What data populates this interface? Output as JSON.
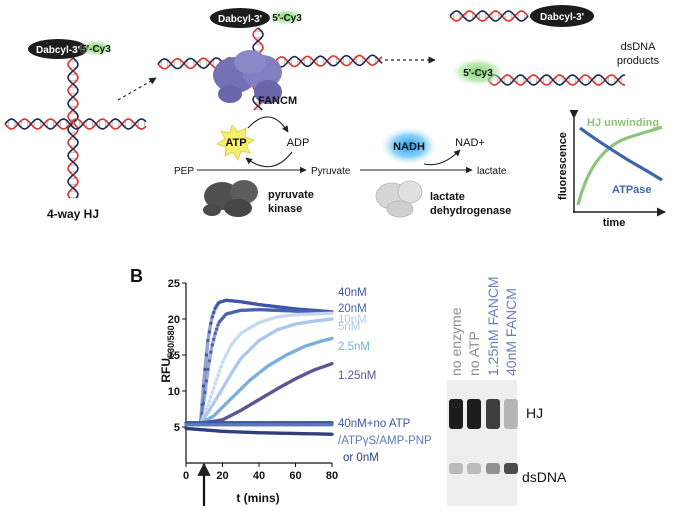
{
  "panel_a": {
    "hj_dabcyl": "Dabcyl-3'",
    "hj_cy3": "5'-Cy3",
    "hj_label": "4-way HJ",
    "complex_dabcyl": "Dabcyl-3'",
    "complex_cy3": "5'-Cy3",
    "fancm_label": "FANCM",
    "product_dabcyl": "Dabcyl-3'",
    "product_cy3": "5'-Cy3",
    "products_line1": "dsDNA",
    "products_line2": "products",
    "atp": "ATP",
    "adp": "ADP",
    "nadh": "NADH",
    "nad": "NAD+",
    "pep": "PEP",
    "pyruvate": "Pyruvate",
    "lactate": "lactate",
    "pk_line1": "pyruvate",
    "pk_line2": "kinase",
    "ldh_line1": "lactate",
    "ldh_line2": "dehydrogenase",
    "inset_hj": "HJ unwinding",
    "inset_atpase": "ATPase",
    "inset_ylabel": "fluorescence",
    "inset_xlabel": "time",
    "colors": {
      "hj_green": "#8dc47b",
      "atpase_blue": "#3d66aa",
      "fancm_purple": "#7470b4"
    }
  },
  "panel_b": {
    "label": "B",
    "gel": {
      "lanes": [
        "no enzyme",
        "no ATP",
        "1.25nM FANCM",
        "40nM FANCM"
      ],
      "band_hj": "HJ",
      "band_dsdna": "dsDNA"
    }
  },
  "chart_data": {
    "type": "scatter",
    "xlabel": "t (mins)",
    "ylabel_main": "RFU",
    "ylabel_sub": "530/580",
    "xlim": [
      0,
      80
    ],
    "ylim": [
      0,
      25
    ],
    "xticks": [
      "0",
      "20",
      "40",
      "60",
      "80"
    ],
    "yticks": [
      "5",
      "10",
      "15",
      "20",
      "25"
    ],
    "series": [
      {
        "name": "40nM",
        "color": "#3f55a6",
        "points": [
          [
            8,
            5.5
          ],
          [
            10,
            12
          ],
          [
            12,
            17
          ],
          [
            14,
            20
          ],
          [
            16,
            21.5
          ],
          [
            18,
            22.3
          ],
          [
            22,
            22.6
          ],
          [
            30,
            22.4
          ],
          [
            40,
            22.0
          ],
          [
            50,
            21.7
          ],
          [
            60,
            21.4
          ],
          [
            70,
            21.2
          ],
          [
            80,
            21.0
          ]
        ]
      },
      {
        "name": "20nM",
        "color": "#4a62ad",
        "points": [
          [
            8,
            5.5
          ],
          [
            10,
            9
          ],
          [
            12,
            13
          ],
          [
            14,
            16
          ],
          [
            16,
            18
          ],
          [
            18,
            19.5
          ],
          [
            22,
            20.7
          ],
          [
            30,
            21.2
          ],
          [
            40,
            21.3
          ],
          [
            50,
            21.2
          ],
          [
            60,
            21.1
          ],
          [
            70,
            21.0
          ],
          [
            80,
            20.9
          ]
        ]
      },
      {
        "name": "10nM",
        "color": "#c8d9ef",
        "points": [
          [
            8,
            5.5
          ],
          [
            12,
            8
          ],
          [
            16,
            11
          ],
          [
            20,
            14
          ],
          [
            25,
            16.5
          ],
          [
            30,
            18
          ],
          [
            40,
            19.5
          ],
          [
            50,
            20.3
          ],
          [
            60,
            20.6
          ],
          [
            70,
            20.7
          ],
          [
            80,
            20.8
          ]
        ]
      },
      {
        "name": "5nM",
        "color": "#a9c8ea",
        "points": [
          [
            8,
            5.5
          ],
          [
            12,
            7
          ],
          [
            18,
            9.5
          ],
          [
            25,
            12.5
          ],
          [
            30,
            14.5
          ],
          [
            40,
            17
          ],
          [
            50,
            18.5
          ],
          [
            60,
            19.3
          ],
          [
            70,
            19.7
          ],
          [
            80,
            20.0
          ]
        ]
      },
      {
        "name": "2.5nM",
        "color": "#7aaedc",
        "points": [
          [
            8,
            5.5
          ],
          [
            15,
            6.5
          ],
          [
            25,
            9
          ],
          [
            35,
            11.5
          ],
          [
            45,
            13.5
          ],
          [
            55,
            15
          ],
          [
            65,
            16.2
          ],
          [
            75,
            17
          ],
          [
            80,
            17.3
          ]
        ]
      },
      {
        "name": "1.25nM",
        "color": "#5a5696",
        "points": [
          [
            8,
            5.5
          ],
          [
            20,
            6
          ],
          [
            30,
            7.3
          ],
          [
            40,
            8.8
          ],
          [
            50,
            10.3
          ],
          [
            60,
            11.7
          ],
          [
            70,
            12.9
          ],
          [
            80,
            13.8
          ]
        ]
      },
      {
        "name": "40nM+no ATP",
        "color": "#3f55a6",
        "points": [
          [
            0,
            5.6
          ],
          [
            20,
            5.6
          ],
          [
            40,
            5.6
          ],
          [
            60,
            5.6
          ],
          [
            80,
            5.6
          ]
        ]
      },
      {
        "name": "/ATPγS/AMP-PNP",
        "color": "#5b79bb",
        "points": [
          [
            0,
            5.3
          ],
          [
            20,
            5.3
          ],
          [
            40,
            5.3
          ],
          [
            60,
            5.3
          ],
          [
            80,
            5.3
          ]
        ]
      },
      {
        "name": "or 0nM",
        "color": "#2f3f7e",
        "points": [
          [
            0,
            4.8
          ],
          [
            20,
            4.4
          ],
          [
            40,
            4.2
          ],
          [
            60,
            4.1
          ],
          [
            80,
            4.0
          ]
        ]
      }
    ],
    "legend_lines": [
      "40nM+no ATP",
      "/ATPγS/AMP-PNP",
      "or 0nM"
    ]
  }
}
